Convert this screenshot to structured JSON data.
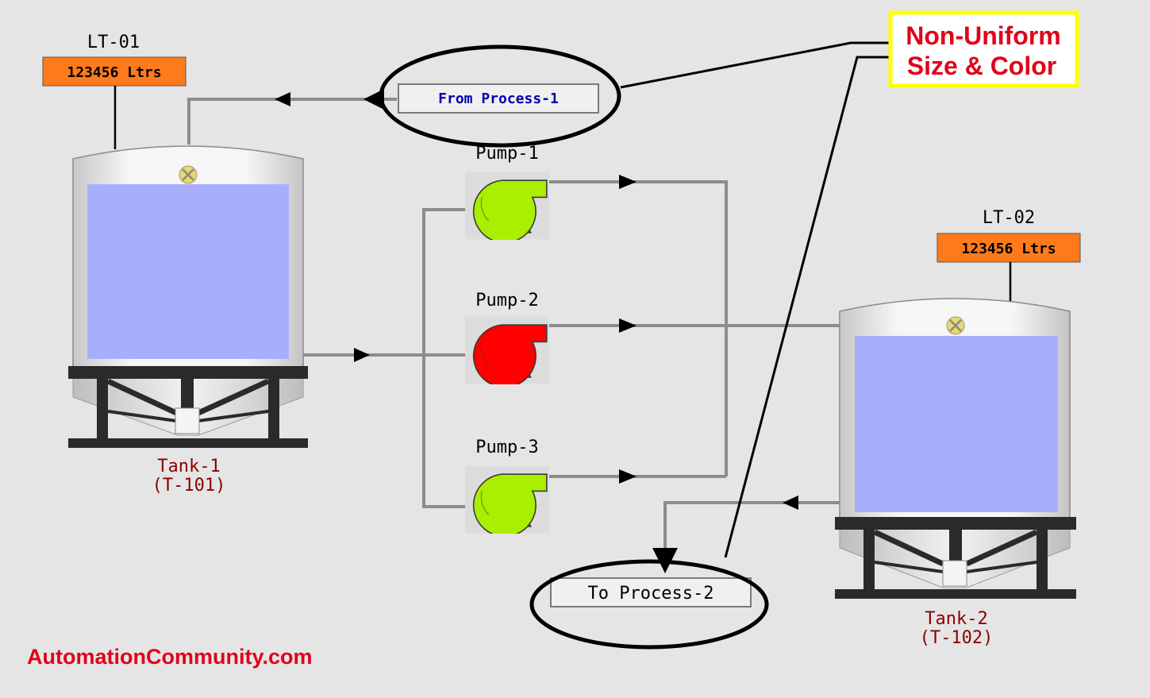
{
  "tank1": {
    "tag": "LT-01",
    "level": "123456 Ltrs",
    "name": "Tank-1",
    "id": "(T-101)"
  },
  "tank2": {
    "tag": "LT-02",
    "level": "123456 Ltrs",
    "name": "Tank-2",
    "id": "(T-102)"
  },
  "pumps": [
    {
      "label": "Pump-1",
      "status": "running",
      "color": "#aaee00"
    },
    {
      "label": "Pump-2",
      "status": "stopped",
      "color": "#ff0000"
    },
    {
      "label": "Pump-3",
      "status": "running",
      "color": "#aaee00"
    }
  ],
  "from_process": "From Process-1",
  "to_process": "To Process-2",
  "annotation": {
    "line1": "Non-Uniform",
    "line2": "Size & Color"
  },
  "watermark": "AutomationCommunity.com",
  "colors": {
    "level_box": "#ff7a1a",
    "liquid": "#a8aefc",
    "annotation_border": "#ffff00",
    "annotation_text": "#e0001a",
    "tank_label": "#8b0000",
    "from_process_text": "#0000b0"
  }
}
